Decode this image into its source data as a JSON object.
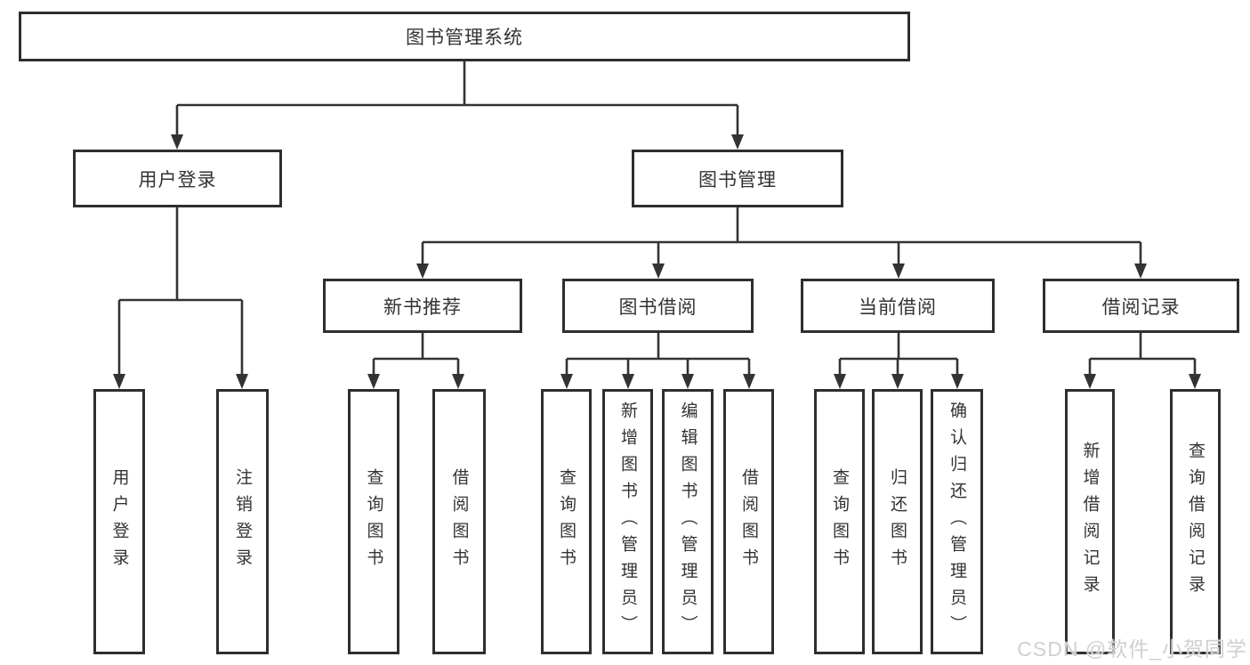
{
  "nodes": {
    "root": "图书管理系统",
    "user_login": "用户登录",
    "book_management": "图书管理",
    "new_book_recommend": "新书推荐",
    "book_borrowing": "图书借阅",
    "current_borrowing": "当前借阅",
    "borrowing_records": "借阅记录",
    "ul_user_login": "用户登录",
    "ul_logout": "注销登录",
    "nb_query_books": "查询图书",
    "nb_borrow_books": "借阅图书",
    "bb_query_books": "查询图书",
    "bb_add_books_admin": "新增图书（管理员）",
    "bb_edit_books_admin": "编辑图书（管理员）",
    "bb_borrow_books": "借阅图书",
    "cb_query_books": "查询图书",
    "cb_return_books": "归还图书",
    "cb_confirm_return_admin": "确认归还（管理员）",
    "br_add_record": "新增借阅记录",
    "br_query_record": "查询借阅记录"
  },
  "hierarchy": {
    "图书管理系统": {
      "用户登录": [
        "用户登录",
        "注销登录"
      ],
      "图书管理": {
        "新书推荐": [
          "查询图书",
          "借阅图书"
        ],
        "图书借阅": [
          "查询图书",
          "新增图书（管理员）",
          "编辑图书（管理员）",
          "借阅图书"
        ],
        "当前借阅": [
          "查询图书",
          "归还图书",
          "确认归还（管理员）"
        ],
        "借阅记录": [
          "新增借阅记录",
          "查询借阅记录"
        ]
      }
    }
  },
  "watermark": "CSDN @软件_小贺同学",
  "colors": {
    "background": "#ffffff",
    "box_border": "#2e2e2e",
    "connector": "#333333",
    "text": "#333333",
    "watermark": "#d0d0d0"
  }
}
